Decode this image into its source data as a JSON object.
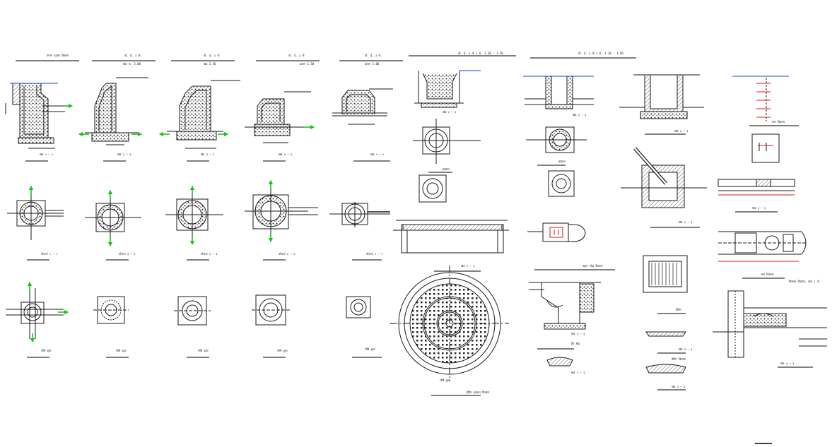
{
  "drawing": {
    "colors": {
      "line": "#1a1a1a",
      "hatch": "#555555",
      "flow_arrow": "#19c419",
      "water": "#1d3fd6",
      "pipe_red": "#d81e1e"
    },
    "labels": {
      "title_1": "पम्पग हाउस विवरण",
      "title_2": "ठो. ई. ३ जे",
      "title_3": "ठो. ई. ३ जे",
      "title_4": "ठो. ई. ३ जे",
      "title_5": "ठो. ई. ३ जे",
      "scale_sub_2": "खंड स. 2.00",
      "scale_sub_3": "खंड 2.50",
      "scale_sub_4": "ढलान 1.50",
      "scale_sub_5": "ढलान 1.00",
      "sec_a": "खंड ० – ०",
      "sec_b": "खंड ३ – ३",
      "sec_c": "खंड ३ – ३",
      "sec_d": "खंड ४ – ४",
      "sec_e": "खंड ५ – ५",
      "plan_a": "योजना ० – ०",
      "plan_b": "योजना ३ – ३",
      "plan_c": "योजना ३ – ३",
      "plan_d": "योजना ४ – ४",
      "plan_e": "योजना ५ – ५",
      "top_a": "शीर्ष दृश्य",
      "top_b": "शीर्ष दृश्य",
      "top_c": "शीर्ष दृश्य",
      "top_d": "शीर्ष दृश्य",
      "top_e": "शीर्ष दृश्य",
      "mid_title": "ठो. ई. ३ जे | स. 1.20 : 1.50",
      "mid_sec": "खंड ३ – ३",
      "mid_plan": "ढक्कन",
      "mid_long": "खंड ३ – ३",
      "round_grate": "ग्रेटिंग ढक्कन विवरण",
      "round_sub": "शीर्ष दृश्य",
      "r_title": "ठो. ई. ३ जे | स. 1.20 : 1.50",
      "r_sec": "खंड ३ – ३",
      "r_plan": "ढक्कन",
      "r_pipe": "पाइप जोड़ विवरण",
      "r_trap": "ट्रैप खंड",
      "r_trap2": "खंड ३ – ३",
      "r_small": "खंड ३ – ३",
      "far_sec": "खंड ३ – ३",
      "far_plan": "खंड ३ – ३",
      "far_grate": "ग्रेटिंग",
      "far_det1": "खंड ३ – ३",
      "far_det2": "ग्रेटिंग विवरण",
      "far_det3": "खंड ३ – ३",
      "level_legend": "स्तर विवरण",
      "bar_label": "खंड ३ – ३",
      "u_label": "जल निकास",
      "detail_title": "निकास विवरण, खंड ३ जे",
      "detail_label": "खंड ३ – ३"
    }
  }
}
